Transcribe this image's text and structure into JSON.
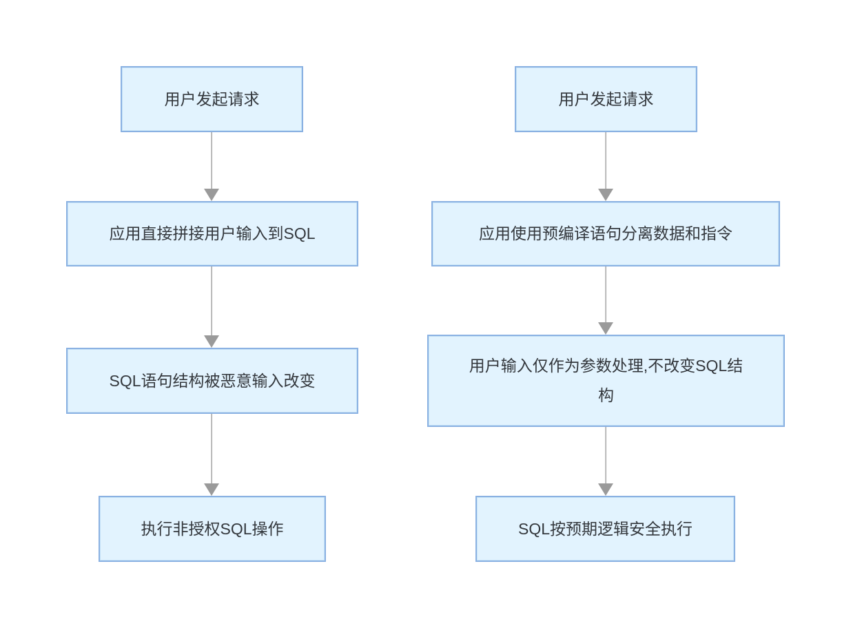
{
  "diagram": {
    "title": "SQL injection vs prepared statements flow comparison",
    "colors": {
      "node_fill": "#e2f3fe",
      "node_border": "#8ab1e2",
      "arrow": "#9a9a9a",
      "text": "#33373c",
      "background": "#ffffff"
    },
    "flows": [
      {
        "name": "sql-injection-vulnerable-flow",
        "steps": [
          "用户发起请求",
          "应用直接拼接用户输入到SQL",
          "SQL语句结构被恶意输入改变",
          "执行非授权SQL操作"
        ]
      },
      {
        "name": "prepared-statement-secure-flow",
        "steps": [
          "用户发起请求",
          "应用使用预编译语句分离数据和指令",
          "用户输入仅作为参数处理,不改变SQL结构",
          "SQL按预期逻辑安全执行"
        ]
      }
    ]
  }
}
